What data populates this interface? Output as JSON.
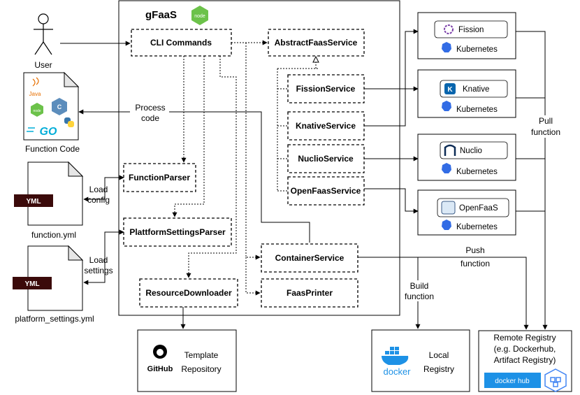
{
  "title": "gFaaS",
  "title_badge": "node",
  "actors": {
    "user": "User",
    "function_code": "Function Code"
  },
  "files": {
    "function_yml": {
      "tag": "YML",
      "caption": "function.yml"
    },
    "platform_yml": {
      "tag": "YML",
      "caption": "platform_settings.yml"
    }
  },
  "components": {
    "cli": "CLI Commands",
    "abstract": "AbstractFaasService",
    "fission_service": "FissionService",
    "knative_service": "KnativeService",
    "nuclio_service": "NuclioService",
    "openfaas_service": "OpenFaasService",
    "function_parser": "FunctionParser",
    "plattform_parser": "PlattformSettingsParser",
    "container_service": "ContainerService",
    "resource_downloader": "ResourceDownloader",
    "faas_printer": "FaasPrinter"
  },
  "platforms": [
    {
      "name": "Fission",
      "cluster": "Kubernetes"
    },
    {
      "name": "Knative",
      "cluster": "Kubernetes"
    },
    {
      "name": "Nuclio",
      "cluster": "Kubernetes"
    },
    {
      "name": "OpenFaaS",
      "cluster": "Kubernetes"
    }
  ],
  "labels": {
    "process_code_1": "Process",
    "process_code_2": "code",
    "load_config_1": "Load",
    "load_config_2": "config",
    "load_settings_1": "Load",
    "load_settings_2": "settings",
    "pull_function_1": "Pull",
    "pull_function_2": "function",
    "push_function_1": "Push",
    "push_function_2": "function",
    "build_function_1": "Build",
    "build_function_2": "function"
  },
  "template_repo": {
    "logo": "GitHub",
    "line1": "Template",
    "line2": "Repository"
  },
  "local_registry": {
    "logo": "docker",
    "line1": "Local",
    "line2": "Registry"
  },
  "remote_registry": {
    "line1": "Remote Registry",
    "line2": "(e.g. Dockerhub,",
    "line3": "Artifact Registry)",
    "logo": "docker hub"
  },
  "code_icons": {
    "java": "Java",
    "node": "node",
    "go": "GO"
  },
  "colors": {
    "line": "#000000",
    "yml_tag": "#3b0a0a",
    "node_green": "#6cc24a",
    "fission_purple": "#7a3ea8",
    "k8s_blue": "#326ce5",
    "docker_blue": "#1d91e6",
    "go_blue": "#00add8"
  }
}
